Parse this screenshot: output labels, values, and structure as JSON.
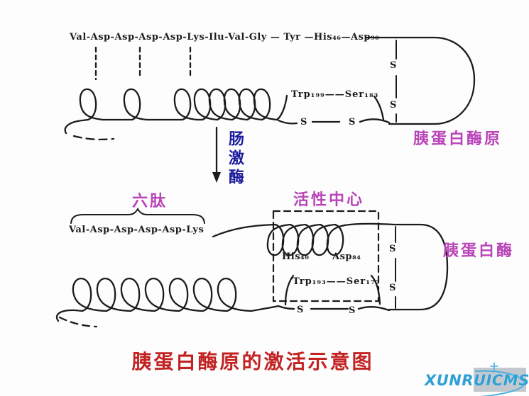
{
  "diagram": {
    "title": "胰蛋白酶原的激活示意图",
    "disulfide_s": "S",
    "trypsinogen": {
      "sequence": "Val-Asp-Asp-Asp-Asp-Lys-Ilu-Val-Gly — Tyr —His₄₆—Asp₉₀",
      "trp_ser": "Trp₁₉₉——Ser₁₈₃",
      "name_label": "胰蛋白酶原"
    },
    "reaction": {
      "enzyme": "肠激酶"
    },
    "trypsin": {
      "hexapeptide_label": "六肽",
      "hexapeptide_sequence": "Val-Asp-Asp-Asp-Asp-Lys",
      "active_center_label": "活性中心",
      "his": "His₄₀",
      "asp": "Asp₈₄",
      "trp_ser": "Trp₁₉₃——Ser₁₇₇",
      "name_label": "胰蛋白酶"
    }
  },
  "watermark": {
    "text": "XUNRUICMS"
  },
  "colors": {
    "ink": "#1b1b1b",
    "magenta_label": "#b944b9",
    "enzyme_blue": "#1c1c9e",
    "title_red": "#c32222",
    "watermark_blue": "#2ea0d6"
  }
}
